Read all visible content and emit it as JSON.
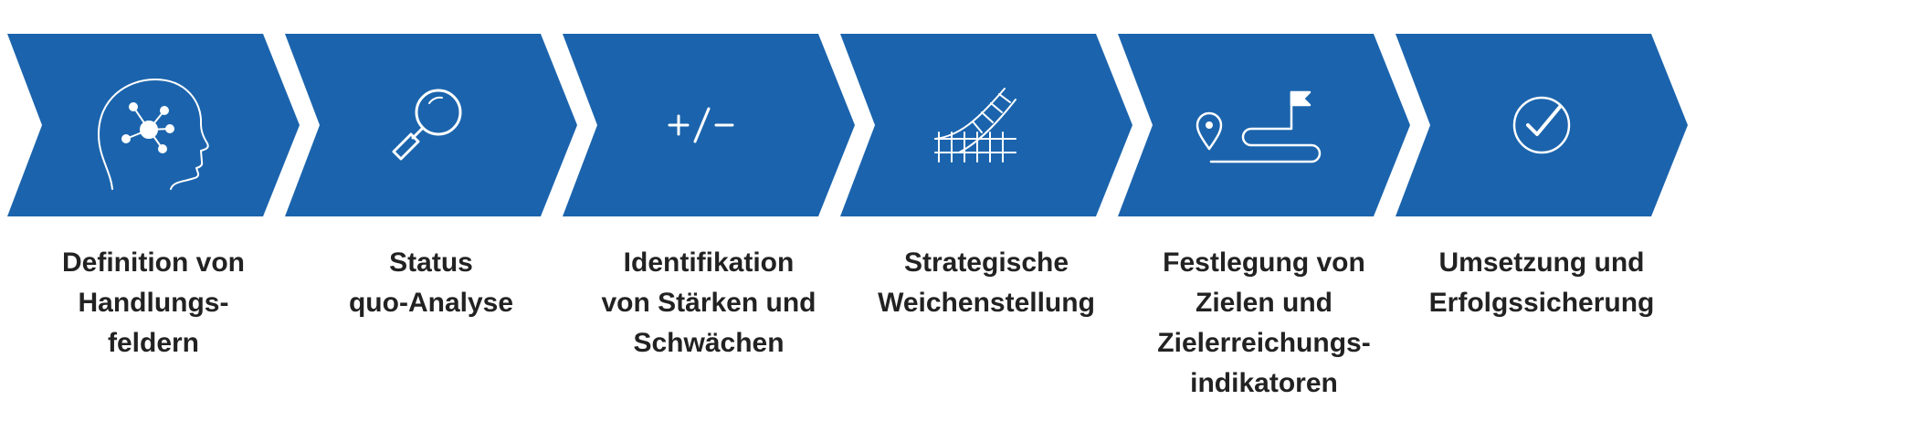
{
  "colors": {
    "chevron": "#1b64ad",
    "icon_stroke": "#ffffff",
    "label_text": "#222222"
  },
  "steps": [
    {
      "icon": "head-network-icon",
      "label": "Definition von\nHandlungs-\nfeldern"
    },
    {
      "icon": "magnifier-icon",
      "label": "Status\nquo-Analyse"
    },
    {
      "icon": "plus-minus-icon",
      "label": "Identifikation\nvon Stärken und\nSchwächen"
    },
    {
      "icon": "railway-switch-icon",
      "label": "Strategische\nWeichenstellung"
    },
    {
      "icon": "route-flag-icon",
      "label": "Festlegung von\nZielen und\nZielerreichungs-\nindikatoren"
    },
    {
      "icon": "check-circle-icon",
      "label": "Umsetzung und\nErfolgssicherung"
    }
  ]
}
